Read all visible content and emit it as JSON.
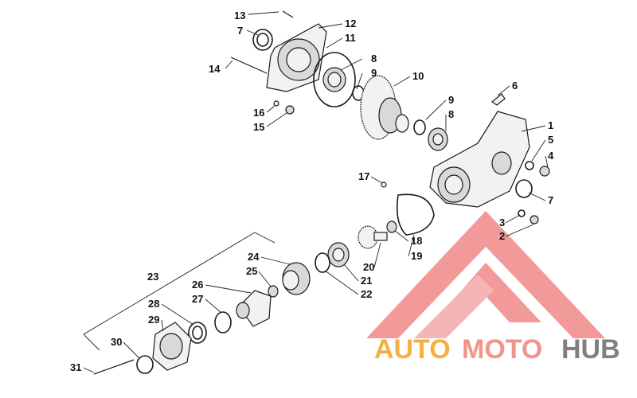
{
  "diagram": {
    "parts": [
      {
        "id": "p1",
        "num": "1"
      },
      {
        "id": "p2",
        "num": "2"
      },
      {
        "id": "p3",
        "num": "3"
      },
      {
        "id": "p4",
        "num": "4"
      },
      {
        "id": "p5",
        "num": "5"
      },
      {
        "id": "p6",
        "num": "6"
      },
      {
        "id": "p7a",
        "num": "7"
      },
      {
        "id": "p7b",
        "num": "7"
      },
      {
        "id": "p8a",
        "num": "8"
      },
      {
        "id": "p8b",
        "num": "8"
      },
      {
        "id": "p9a",
        "num": "9"
      },
      {
        "id": "p9b",
        "num": "9"
      },
      {
        "id": "p10",
        "num": "10"
      },
      {
        "id": "p11",
        "num": "11"
      },
      {
        "id": "p12",
        "num": "12"
      },
      {
        "id": "p13",
        "num": "13"
      },
      {
        "id": "p14",
        "num": "14"
      },
      {
        "id": "p15",
        "num": "15"
      },
      {
        "id": "p16",
        "num": "16"
      },
      {
        "id": "p17",
        "num": "17"
      },
      {
        "id": "p18",
        "num": "18"
      },
      {
        "id": "p19",
        "num": "19"
      },
      {
        "id": "p20",
        "num": "20"
      },
      {
        "id": "p21",
        "num": "21"
      },
      {
        "id": "p22",
        "num": "22"
      },
      {
        "id": "p23",
        "num": "23"
      },
      {
        "id": "p24",
        "num": "24"
      },
      {
        "id": "p25",
        "num": "25"
      },
      {
        "id": "p26",
        "num": "26"
      },
      {
        "id": "p27",
        "num": "27"
      },
      {
        "id": "p28",
        "num": "28"
      },
      {
        "id": "p29",
        "num": "29"
      },
      {
        "id": "p30",
        "num": "30"
      },
      {
        "id": "p31",
        "num": "31"
      }
    ]
  },
  "watermark": {
    "word_1": "AUTO",
    "word_2": "MOTO",
    "word_3": "HUB",
    "colors": {
      "auto": "#f5b041",
      "moto": "#f1948a",
      "hub": "#808080",
      "triangle": "#f08080"
    }
  }
}
